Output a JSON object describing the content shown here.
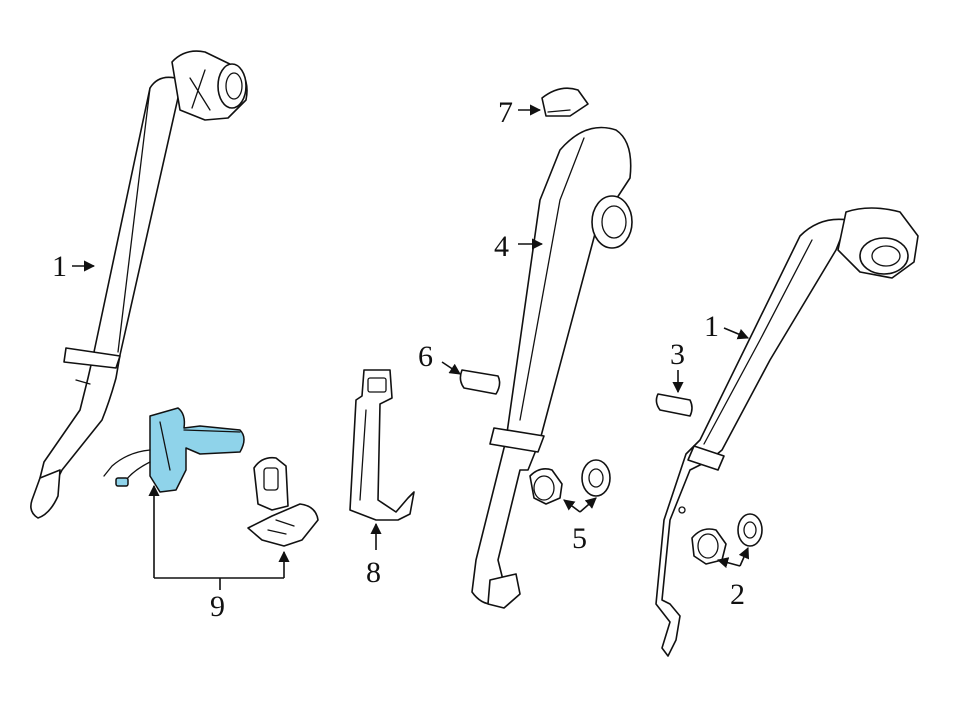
{
  "colors": {
    "highlight": "#8fd3ea",
    "line": "#111111",
    "background": "#ffffff"
  },
  "callouts": {
    "c1_left": "1",
    "c1_right": "1",
    "c2": "2",
    "c3": "3",
    "c4": "4",
    "c5": "5",
    "c6": "6",
    "c7": "7",
    "c8": "8",
    "c9": "9"
  },
  "highlighted_part": "9"
}
